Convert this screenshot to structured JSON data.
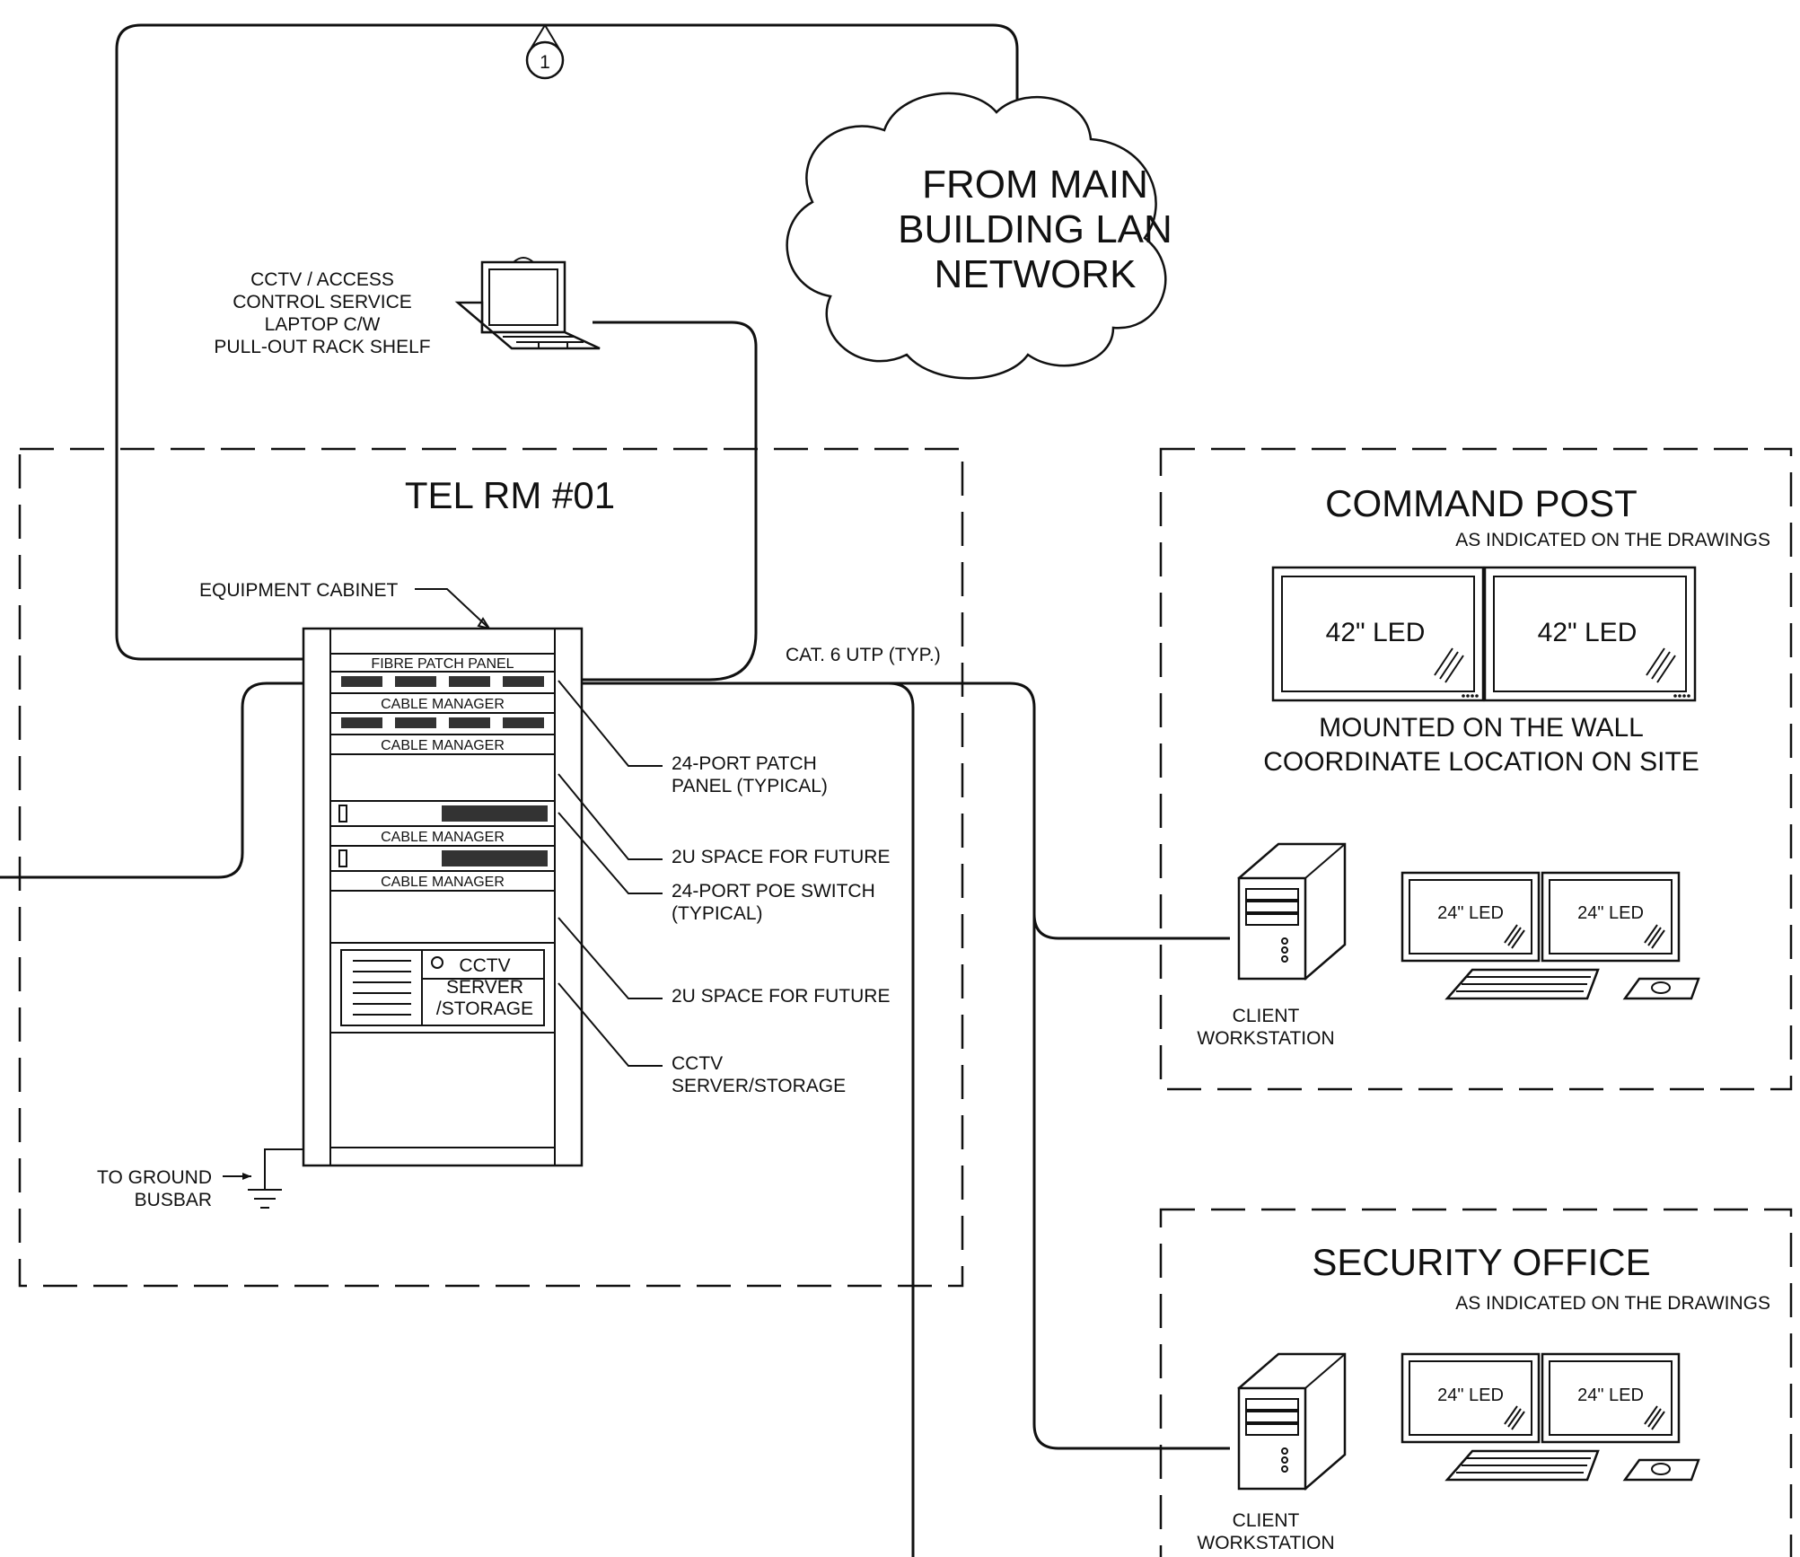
{
  "cloud": {
    "line1": "FROM MAIN",
    "line2": "BUILDING LAN",
    "line3": "NETWORK"
  },
  "marker": {
    "number": "1"
  },
  "laptop": {
    "line1": "CCTV / ACCESS",
    "line2": "CONTROL SERVICE",
    "line3": "LAPTOP C/W",
    "line4": "PULL-OUT RACK SHELF"
  },
  "tel_room": {
    "title": "TEL RM #01",
    "equipment_cabinet": "EQUIPMENT CABINET",
    "cable_label": "CAT. 6 UTP (TYP.)",
    "ground_line1": "TO GROUND",
    "ground_line2": "BUSBAR",
    "rack": {
      "fibre_patch_panel": "FIBRE PATCH PANEL",
      "cable_manager": "CABLE MANAGER",
      "server_line1": "CCTV",
      "server_line2": "SERVER",
      "server_line3": "/STORAGE"
    },
    "callouts": {
      "patch_line1": "24-PORT PATCH",
      "patch_line2": "PANEL (TYPICAL)",
      "space_future_1": "2U SPACE FOR FUTURE",
      "poe_line1": "24-PORT POE SWITCH",
      "poe_line2": "(TYPICAL)",
      "space_future_2": "2U SPACE FOR FUTURE",
      "server_line1": "CCTV",
      "server_line2": "SERVER/STORAGE"
    }
  },
  "command_post": {
    "title": "COMMAND POST",
    "note": "AS INDICATED ON THE DRAWINGS",
    "monitor_left": "42\" LED",
    "monitor_right": "42\" LED",
    "mount_line1": "MOUNTED ON THE WALL",
    "mount_line2": "COORDINATE LOCATION ON SITE",
    "small_monitor_left": "24\" LED",
    "small_monitor_right": "24\" LED",
    "workstation_line1": "CLIENT",
    "workstation_line2": "WORKSTATION"
  },
  "security_office": {
    "title": "SECURITY OFFICE",
    "note": "AS INDICATED ON THE DRAWINGS",
    "small_monitor_left": "24\" LED",
    "small_monitor_right": "24\" LED",
    "workstation_line1": "CLIENT",
    "workstation_line2": "WORKSTATION"
  }
}
